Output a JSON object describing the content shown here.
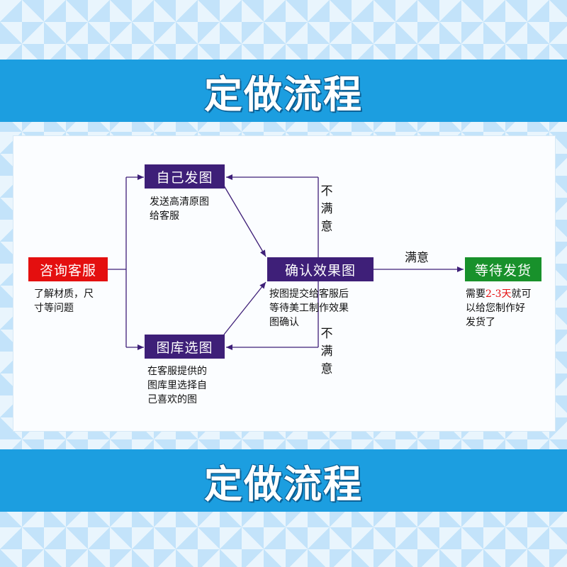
{
  "banner_top": {
    "title": "定做流程"
  },
  "banner_bottom": {
    "title": "定做流程"
  },
  "nodes": {
    "consult": {
      "label": "咨询客服",
      "desc_line1": "了解材质，尺",
      "desc_line2": "寸等问题",
      "color": "#e40f0f"
    },
    "send_image": {
      "label": "自己发图",
      "desc_line1": "发送高清原图",
      "desc_line2": "给客服",
      "color": "#3e1f78"
    },
    "gallery": {
      "label": "图库选图",
      "desc_line1": "在客服提供的",
      "desc_line2": "图库里选择自",
      "desc_line3": "己喜欢的图",
      "color": "#3e1f78"
    },
    "confirm": {
      "label": "确认效果图",
      "desc_line1": "按图提交给客服后",
      "desc_line2": "等待美工制作效果",
      "desc_line3": "图确认",
      "color": "#3e1f78"
    },
    "ship": {
      "label": "等待发货",
      "desc_prefix": "需要",
      "desc_highlight": "2-3天",
      "desc_suffix": "就可",
      "desc_line2": "以给您制作好",
      "desc_line3": "发货了",
      "color": "#18912b",
      "highlight_color": "#e40f0f"
    }
  },
  "edges": {
    "satisfied": "满意",
    "unsatisfied_top": [
      "不",
      "满",
      "意"
    ],
    "unsatisfied_bottom": [
      "不",
      "满",
      "意"
    ]
  }
}
